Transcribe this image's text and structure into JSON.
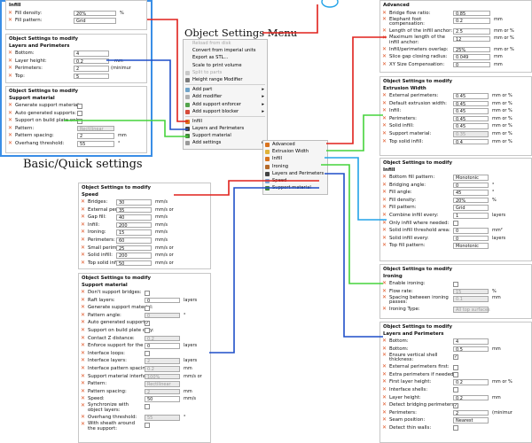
{
  "captions": {
    "object_settings_menu": "Object Settings Menu",
    "basic_quick": "Basic/Quick settings"
  },
  "top_left": {
    "title": "Infill",
    "rows": [
      {
        "label": "Fill density:",
        "value": "20%",
        "unit": "%"
      },
      {
        "label": "Fill pattern:",
        "value": "Grid"
      }
    ]
  },
  "layers_left": {
    "header": "Object Settings to modify",
    "title": "Layers and Perimeters",
    "rows": [
      {
        "label": "Bottom:",
        "value": "4"
      },
      {
        "label": "Layer height:",
        "value": "0.2",
        "unit": "mm"
      },
      {
        "label": "Perimeters:",
        "value": "2",
        "unit": "(minimur"
      },
      {
        "label": "Top:",
        "value": "5"
      }
    ]
  },
  "support_left": {
    "header": "Object Settings to modify",
    "title": "Support material",
    "rows": [
      {
        "label": "Generate support material:"
      },
      {
        "label": "Auto generated supports:"
      },
      {
        "label": "Support on build plate only:"
      },
      {
        "label": "Pattern:",
        "value": "Rectilinear"
      },
      {
        "label": "Pattern spacing:",
        "value": "2",
        "unit": "mm"
      },
      {
        "label": "Overhang threshold:",
        "value": "55",
        "unit": "°"
      }
    ]
  },
  "context_menu": {
    "items": [
      {
        "label": "Reload from disk",
        "dim": true
      },
      {
        "label": "Convert from imperial units"
      },
      {
        "label": "Export as STL..."
      },
      {
        "label": "Scale to print volume"
      },
      {
        "label": "Split to parts",
        "dim": true
      },
      {
        "label": "Height range Modifier"
      },
      {
        "label": "Add part",
        "arrow": true
      },
      {
        "label": "Add modifier",
        "arrow": true
      },
      {
        "label": "Add support enforcer",
        "arrow": true
      },
      {
        "label": "Add support blocker",
        "arrow": true
      },
      {
        "label": "Infill"
      },
      {
        "label": "Layers and Perimeters"
      },
      {
        "label": "Support material"
      },
      {
        "label": "Add settings",
        "arrow": true
      }
    ]
  },
  "submenu": {
    "items": [
      {
        "label": "Advanced"
      },
      {
        "label": "Extrusion Width"
      },
      {
        "label": "Infill"
      },
      {
        "label": "Ironing"
      },
      {
        "label": "Layers and Perimeters"
      },
      {
        "label": "Speed"
      },
      {
        "label": "Support material"
      }
    ]
  },
  "speed_panel": {
    "header": "Object Settings to modify",
    "title": "Speed",
    "rows": [
      {
        "label": "Bridges:",
        "value": "30",
        "unit": "mm/s"
      },
      {
        "label": "External perimeters:",
        "value": "35",
        "unit": "mm/s or"
      },
      {
        "label": "Gap fill:",
        "value": "40",
        "unit": "mm/s"
      },
      {
        "label": "Infill:",
        "value": "200",
        "unit": "mm/s"
      },
      {
        "label": "Ironing:",
        "value": "15",
        "unit": "mm/s"
      },
      {
        "label": "Perimeters:",
        "value": "60",
        "unit": "mm/s"
      },
      {
        "label": "Small perimeters:",
        "value": "25",
        "unit": "mm/s or"
      },
      {
        "label": "Solid infill:",
        "value": "200",
        "unit": "mm/s or"
      },
      {
        "label": "Top solid infill:",
        "value": "50",
        "unit": "mm/s or"
      }
    ]
  },
  "support_panel": {
    "header": "Object Settings to modify",
    "title": "Support material",
    "rows": [
      {
        "label": "Don't support bridges:"
      },
      {
        "label": "Raft layers:",
        "value": "0",
        "unit": "layers"
      },
      {
        "label": "Generate support material:"
      },
      {
        "label": "Pattern angle:",
        "value": "0",
        "unit": "°"
      },
      {
        "label": "Auto generated supports:",
        "mark": "✓"
      },
      {
        "label": "Support on build plate only:"
      },
      {
        "label": "Contact Z distance:",
        "value": "0.2"
      },
      {
        "label": "Enforce support for the first:",
        "value": "0",
        "unit": "layers"
      },
      {
        "label": "Interface loops:"
      },
      {
        "label": "Interface layers:",
        "value": "2",
        "unit": "layers"
      },
      {
        "label": "Interface pattern spacing:",
        "value": "0.2",
        "unit": "mm"
      },
      {
        "label": "Support material interface:",
        "value": "100%",
        "unit": "mm/s or"
      },
      {
        "label": "Pattern:",
        "value": "Rectilinear"
      },
      {
        "label": "Pattern spacing:",
        "value": "2",
        "unit": "mm"
      },
      {
        "label": "Speed:",
        "value": "50",
        "unit": "mm/s"
      },
      {
        "label": "Synchronize with object layers:"
      },
      {
        "label": "Overhang threshold:",
        "value": "55",
        "unit": "°"
      },
      {
        "label": "With sheath around the support:"
      }
    ]
  },
  "advanced_panel": {
    "title": "Advanced",
    "rows": [
      {
        "label": "Bridge flow ratio:",
        "value": "0.85"
      },
      {
        "label": "Elephant foot compensation:",
        "value": "0.2",
        "unit": "mm"
      },
      {
        "label": "Length of the infill anchor:",
        "value": "2.5",
        "unit": "mm or %"
      },
      {
        "label": "Maximum length of the infill anchor:",
        "value": "12",
        "unit": "mm or %"
      },
      {
        "label": "Infill/perimeters overlap:",
        "value": "25%",
        "unit": "mm or %"
      },
      {
        "label": "Slice gap closing radius:",
        "value": "0.049",
        "unit": "mm"
      },
      {
        "label": "XY Size Compensation:",
        "value": "0",
        "unit": "mm"
      }
    ]
  },
  "extrusion_panel": {
    "header": "Object Settings to modify",
    "title": "Extrusion Width",
    "rows": [
      {
        "label": "External perimeters:",
        "value": "0.45",
        "unit": "mm or %"
      },
      {
        "label": "Default extrusion width:",
        "value": "0.45",
        "unit": "mm or %"
      },
      {
        "label": "Infill:",
        "value": "0.45",
        "unit": "mm or %"
      },
      {
        "label": "Perimeters:",
        "value": "0.45",
        "unit": "mm or %"
      },
      {
        "label": "Solid infill:",
        "value": "0.45",
        "unit": "mm or %"
      },
      {
        "label": "Support material:",
        "value": "0.35",
        "unit": "mm or %"
      },
      {
        "label": "Top solid infill:",
        "value": "0.4",
        "unit": "mm or %"
      }
    ]
  },
  "infill_panel": {
    "header": "Object Settings to modify",
    "title": "Infill",
    "rows": [
      {
        "label": "Bottom fill pattern:",
        "value": "Monotonic"
      },
      {
        "label": "Bridging angle:",
        "value": "0",
        "unit": "°"
      },
      {
        "label": "Fill angle:",
        "value": "45",
        "unit": "°"
      },
      {
        "label": "Fill density:",
        "value": "20%",
        "unit": "%"
      },
      {
        "label": "Fill pattern:",
        "value": "Grid"
      },
      {
        "label": "Combine infill every:",
        "value": "1",
        "unit": "layers"
      },
      {
        "label": "Only infill where needed:"
      },
      {
        "label": "Solid infill threshold area:",
        "value": "0",
        "unit": "mm²"
      },
      {
        "label": "Solid infill every:",
        "value": "0",
        "unit": "layers"
      },
      {
        "label": "Top fill pattern:",
        "value": "Monotonic"
      }
    ]
  },
  "ironing_panel": {
    "header": "Object Settings to modify",
    "title": "Ironing",
    "rows": [
      {
        "label": "Enable ironing:"
      },
      {
        "label": "Flow rate:",
        "value": "15",
        "unit": "%"
      },
      {
        "label": "Spacing between ironing passes:",
        "value": "0.1",
        "unit": "mm"
      },
      {
        "label": "Ironing Type:",
        "value": "All top surfaces"
      }
    ]
  },
  "layers_right": {
    "header": "Object Settings to modify",
    "title": "Layers and Perimeters",
    "rows": [
      {
        "label": "Bottom:",
        "value": "4"
      },
      {
        "label": "Bottom:",
        "value": "0.5",
        "unit": "mm"
      },
      {
        "label": "Ensure vertical shell thickness:",
        "mark": "✓"
      },
      {
        "label": "External perimeters first:"
      },
      {
        "label": "Extra perimeters if needed:"
      },
      {
        "label": "First layer height:",
        "value": "0.2",
        "unit": "mm or %"
      },
      {
        "label": "Interface shells:"
      },
      {
        "label": "Layer height:",
        "value": "0.2",
        "unit": "mm"
      },
      {
        "label": "Detect bridging perimeters:",
        "mark": "✓"
      },
      {
        "label": "Perimeters:",
        "value": "2",
        "unit": "(minimur"
      },
      {
        "label": "Seam position:",
        "value": "Nearest"
      },
      {
        "label": "Detect thin walls:"
      }
    ]
  },
  "colors": {
    "red": "#e0211b",
    "blue": "#1f4fc8",
    "green": "#45d33b",
    "cyan": "#23a3e8",
    "border_blue": "#3a8ee6"
  }
}
